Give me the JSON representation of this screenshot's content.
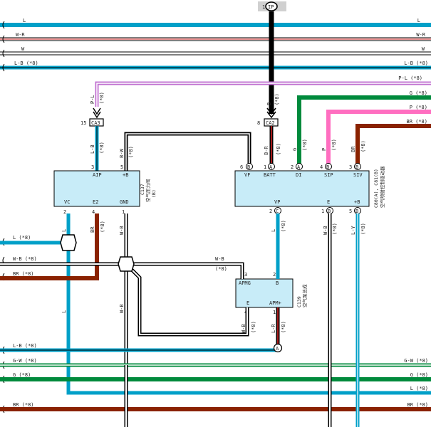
{
  "colors": {
    "blue": "#00a0c8",
    "green": "#008a3c",
    "pink": "#ff6ec0",
    "brown": "#8a2200",
    "black": "#000000",
    "red": "#d02020",
    "violet": "#c070d0",
    "box_fill": "#c8ecf8"
  },
  "top_connector": {
    "pin": "1",
    "label": "IP"
  },
  "bus": {
    "left": [
      "L",
      "W-R",
      "W",
      "L-B (*8)"
    ],
    "right": [
      "L",
      "W-R",
      "W",
      "L-B (*8)",
      "P-L (*8)",
      "G (*8)",
      "P (*8)",
      "BR (*8)"
    ]
  },
  "note": "(*8)",
  "junctions": {
    "ca3": {
      "pin": "15",
      "label": "CA3"
    },
    "ca2": {
      "pin": "8",
      "label": "CA2"
    }
  },
  "wires": {
    "p_l": "P-L",
    "b": "B",
    "l_b": "L-B",
    "b_w": "B-W",
    "b_r": "B-R",
    "g": "G",
    "p": "P",
    "br": "BR",
    "l": "L",
    "w_b": "W-B",
    "l_y": "L-Y",
    "w_b2": "W-B",
    "l_r": "L-R"
  },
  "c137": {
    "pins_top": [
      {
        "num": "3",
        "name": "AIP"
      },
      {
        "num": "5",
        "name": "+B"
      }
    ],
    "pins_bottom": [
      {
        "num": "2",
        "name": "VC"
      },
      {
        "num": "4",
        "name": "E2"
      },
      {
        "num": "1",
        "name": "GND"
      }
    ],
    "id": "C137",
    "name": "空气压力阀",
    "sub": "(B)"
  },
  "ecu": {
    "pins_top": [
      {
        "num": "6",
        "conn": "B",
        "name": "VF"
      },
      {
        "num": "1",
        "conn": "A",
        "name": "BATT"
      },
      {
        "num": "2",
        "conn": "A",
        "name": "DI"
      },
      {
        "num": "4",
        "conn": "B",
        "name": "SIP"
      },
      {
        "num": "3",
        "conn": "B",
        "name": "SIV"
      }
    ],
    "pins_bottom": [
      {
        "num": "2",
        "conn": "C",
        "name": "VP"
      },
      {
        "num": "1",
        "conn": "B",
        "name": "E"
      },
      {
        "num": "5",
        "conn": "B",
        "name": "+B"
      }
    ],
    "id": "C80(A), C81(B)",
    "name": "空气喷射控制驱动器"
  },
  "c139": {
    "pins_top": [
      {
        "num": "3",
        "name": "APMG"
      },
      {
        "num": "2",
        "name": "B"
      }
    ],
    "pins_bottom": [
      {
        "num": "4",
        "name": "E"
      },
      {
        "num": "1",
        "name": "APM+"
      }
    ],
    "id": "C139",
    "name": "空气泵总成"
  },
  "left_entries": [
    "L (*8)",
    "W-B (*8)",
    "BR (*8)"
  ],
  "bottom_left": [
    "L-B (*8)",
    "G-W (*8)",
    "G (*8)",
    "BR (*8)"
  ],
  "bottom_right": [
    "G-W (*8)",
    "G (*8)",
    "L (*8)",
    "BR (*8)"
  ]
}
